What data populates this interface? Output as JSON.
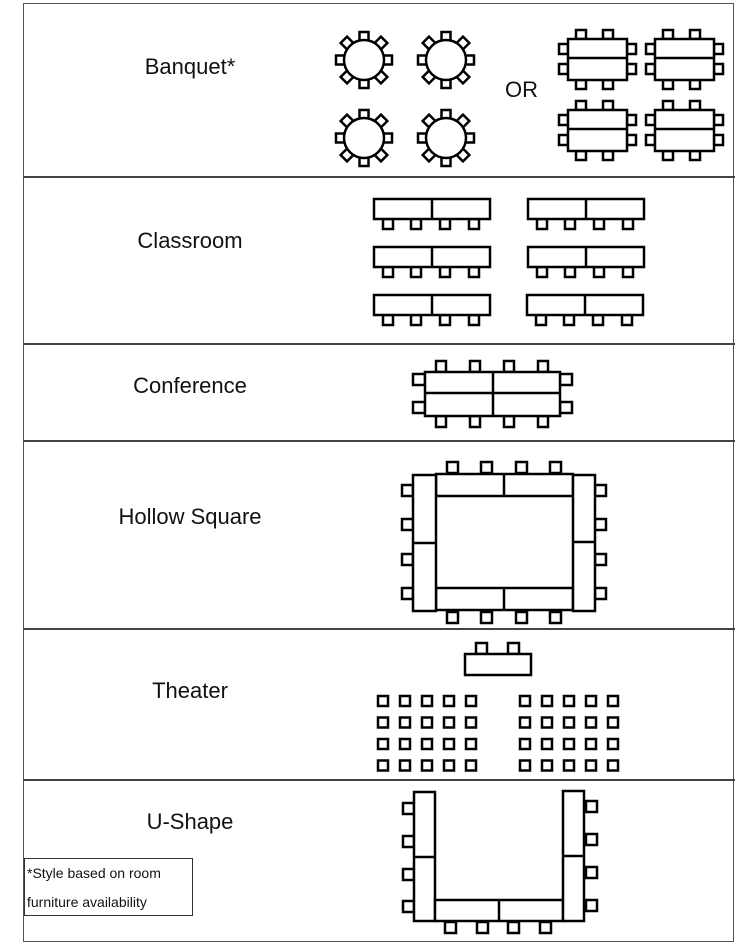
{
  "sheet": {
    "rows": [
      {
        "id": "banquet",
        "label": "Banquet*"
      },
      {
        "id": "classroom",
        "label": "Classroom"
      },
      {
        "id": "conference",
        "label": "Conference"
      },
      {
        "id": "hollow-square",
        "label": "Hollow Square"
      },
      {
        "id": "theater",
        "label": "Theater"
      },
      {
        "id": "u-shape",
        "label": "U-Shape"
      }
    ],
    "banquet_or": "OR",
    "footnote": {
      "line1": "*Style based on room",
      "line2": "furniture availability"
    }
  },
  "layouts": {
    "banquet": {
      "round_tables": 4,
      "chairs_per_round_table": 8,
      "rect_tables": 4,
      "chairs_per_rect_table": 8
    },
    "classroom": {
      "rows": 3,
      "columns": 2,
      "tables_per_unit": 2,
      "chairs_per_unit": 4
    },
    "conference": {
      "tables": 4,
      "chairs": 12
    },
    "hollow_square": {
      "tables": 8,
      "chairs": 16
    },
    "theater": {
      "head_table_chairs": 2,
      "blocks": 2,
      "rows_per_block": 4,
      "seats_per_row": 5
    },
    "u_shape": {
      "tables": 6,
      "chairs": 12
    },
    "colors": {
      "line": "#000000",
      "border": "#444444",
      "background": "#ffffff"
    }
  }
}
